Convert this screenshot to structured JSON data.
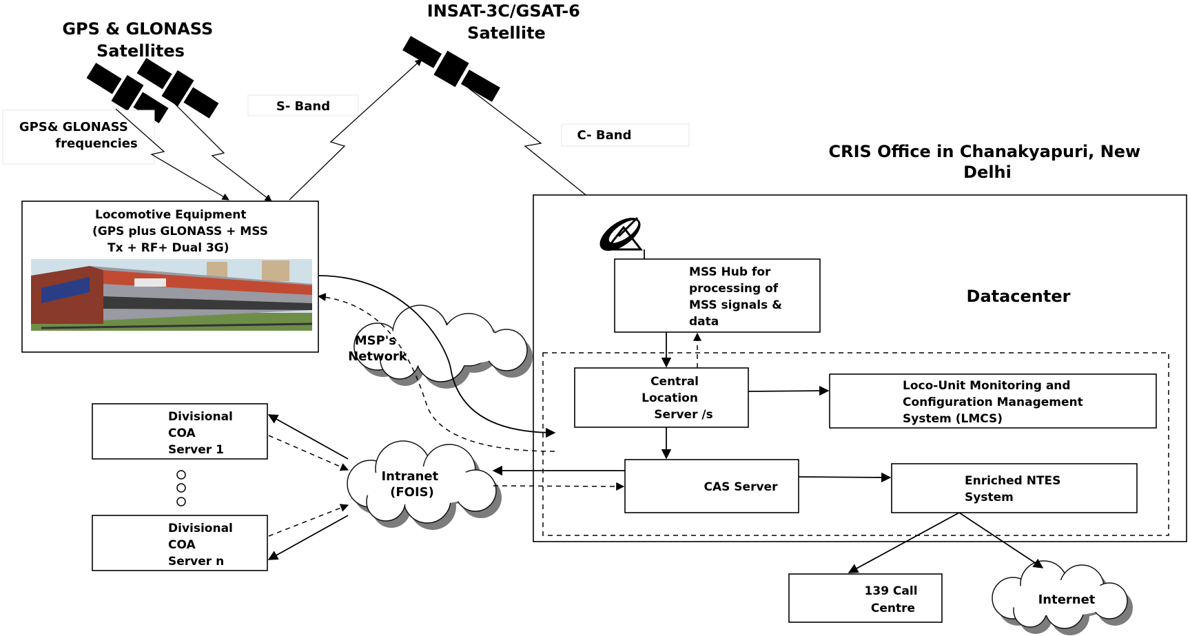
{
  "satellites": {
    "gps_title": [
      "GPS & GLONASS",
      "Satellites"
    ],
    "insat_title": [
      "INSAT-3C/GSAT-6",
      "Satellite"
    ]
  },
  "bands": {
    "s_band": "S- Band",
    "c_band": "C- Band",
    "gps_freq": [
      "GPS& GLONASS",
      "frequencies"
    ]
  },
  "cris_office": [
    "CRIS Office in Chanakyapuri, New",
    "Delhi"
  ],
  "datacenter_label": "Datacenter",
  "locomotive": {
    "title": [
      "Locomotive Equipment",
      "(GPS plus GLONASS + MSS",
      "Tx + RF+  Dual 3G)"
    ]
  },
  "mss_hub": [
    "MSS Hub for",
    "processing of",
    "MSS signals &",
    "data"
  ],
  "cls": [
    "Central",
    "Location",
    "Server /s"
  ],
  "lmcs": [
    "Loco-Unit Monitoring and",
    "Configuration Management",
    "System (LMCS)"
  ],
  "cas": "CAS Server",
  "ntes": [
    "Enriched NTES",
    "System"
  ],
  "call_centre": [
    "139 Call",
    "Centre"
  ],
  "internet": "Internet",
  "intranet": [
    "Intranet",
    "(FOIS)"
  ],
  "msp_network": [
    "MSP's",
    "Network"
  ],
  "coa1": [
    "Divisional",
    "COA",
    "Server  1"
  ],
  "coan": [
    "Divisional",
    "COA",
    "Server  n"
  ],
  "colors": {
    "line": "#000000",
    "shadow": "#7c7c7c",
    "background": "#ffffff"
  }
}
